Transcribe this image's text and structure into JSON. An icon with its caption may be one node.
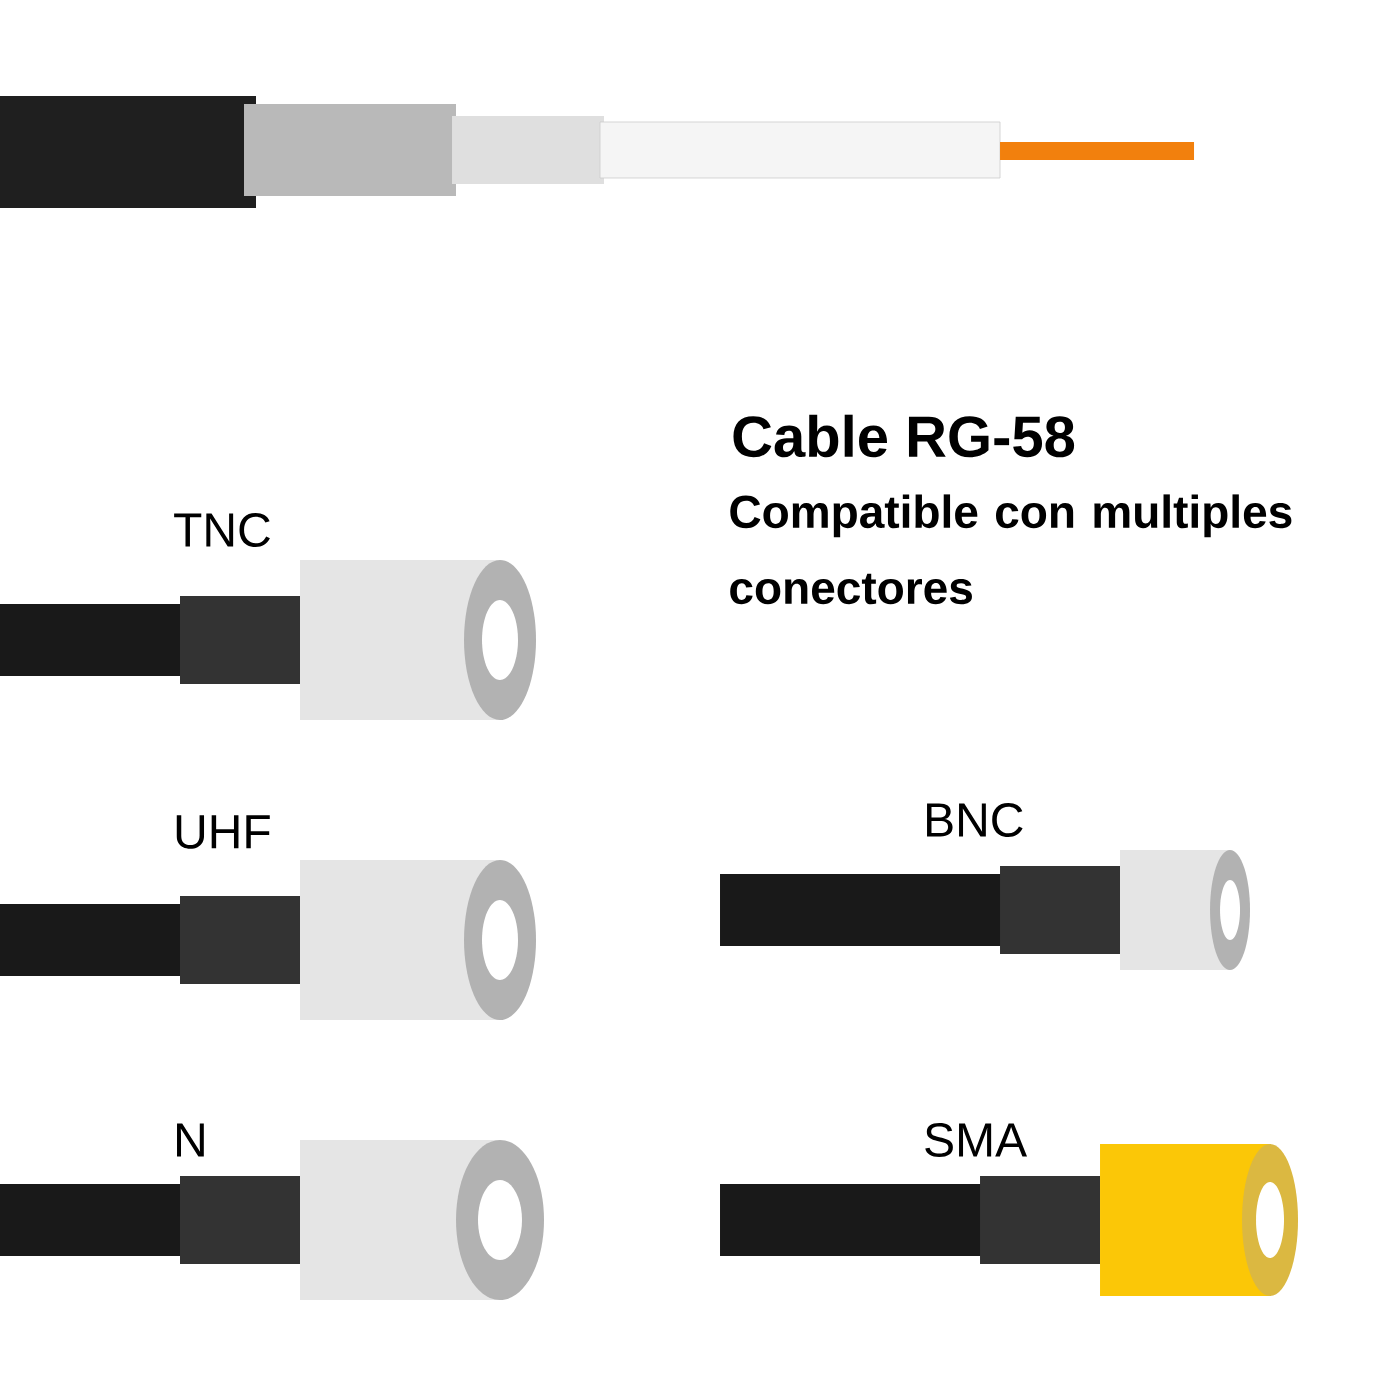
{
  "diagram": {
    "title": "Cable RG-58",
    "labels": [
      "Compatible con multiples conectores",
      "TNC",
      "UHF",
      "BNC",
      "N",
      "SMA"
    ]
  }
}
